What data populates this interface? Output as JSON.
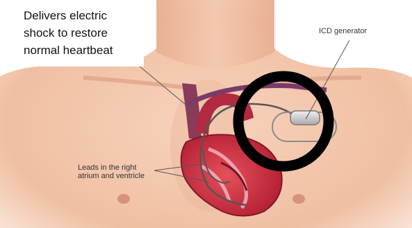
{
  "callout": {
    "lines": [
      "Delivers electric",
      "shock to restore",
      "normal heartbeat"
    ]
  },
  "labels": {
    "icd_generator": "ICD generator",
    "leads_line1": "Leads in the right",
    "leads_line2": "atrium and ventricle"
  },
  "colors": {
    "skin": "#f2c3a8",
    "skin_shadow": "#e3a78a",
    "heart": "#c7283a",
    "vessel": "#9b3a55",
    "highlight_ring": "#000000",
    "device": "#c9c9c9"
  }
}
